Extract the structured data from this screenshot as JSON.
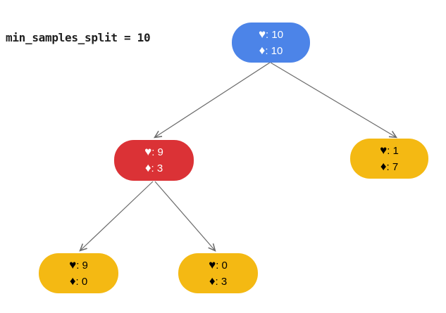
{
  "annotation": {
    "text": "min_samples_split = 10"
  },
  "glyphs": {
    "heart": "♥",
    "diamond": "♦",
    "separator": ": "
  },
  "colors": {
    "root_node": "#4C84E8",
    "split_node": "#DB3236",
    "leaf_node": "#F4B913",
    "node_text_light": "#FFFFFF",
    "node_text_dark": "#000000",
    "edge": "#6B6B6B",
    "annotation_text": "#1F1F1F"
  },
  "nodes": {
    "root": {
      "hearts": "10",
      "diamonds": "10"
    },
    "left": {
      "hearts": "9",
      "diamonds": "3"
    },
    "right": {
      "hearts": "1",
      "diamonds": "7"
    },
    "left_left": {
      "hearts": "9",
      "diamonds": "0"
    },
    "left_right": {
      "hearts": "0",
      "diamonds": "3"
    }
  }
}
